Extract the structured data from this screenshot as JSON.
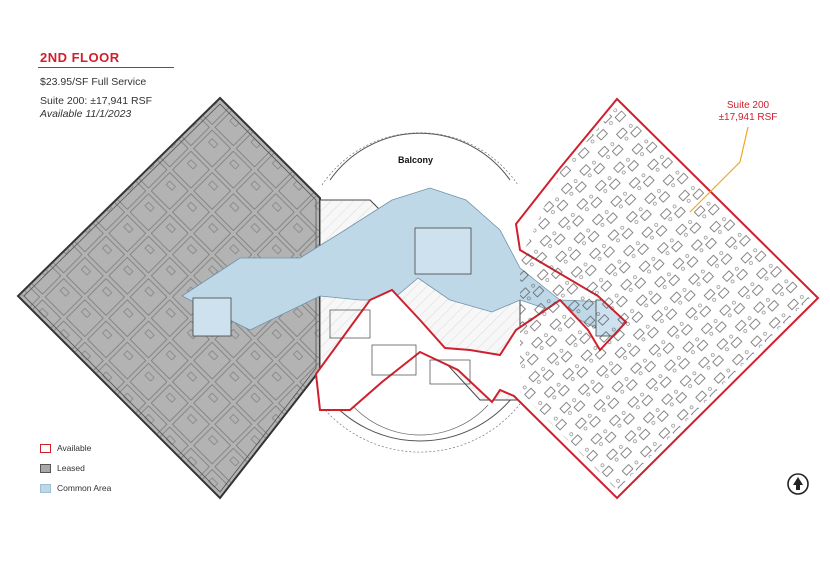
{
  "header": {
    "floor_title": "2ND FLOOR",
    "rate": "$23.95/SF Full Service",
    "suite_size": "Suite 200:  ±17,941 RSF",
    "availability": "Available 11/1/2023"
  },
  "callout": {
    "suite": "Suite 200",
    "size": "±17,941 RSF"
  },
  "plan_labels": {
    "balcony": "Balcony"
  },
  "legend": [
    {
      "label": "Available",
      "color": "#d0202e"
    },
    {
      "label": "Leased",
      "color": "#a9a9a9"
    },
    {
      "label": "Common Area",
      "color": "#bfd8e8"
    }
  ],
  "colors": {
    "accent": "#d0202e",
    "leased": "#a9a9a9",
    "common": "#bfd8e8",
    "callout_line": "#f2a81d"
  },
  "icons": {
    "north": "north-arrow-icon"
  }
}
